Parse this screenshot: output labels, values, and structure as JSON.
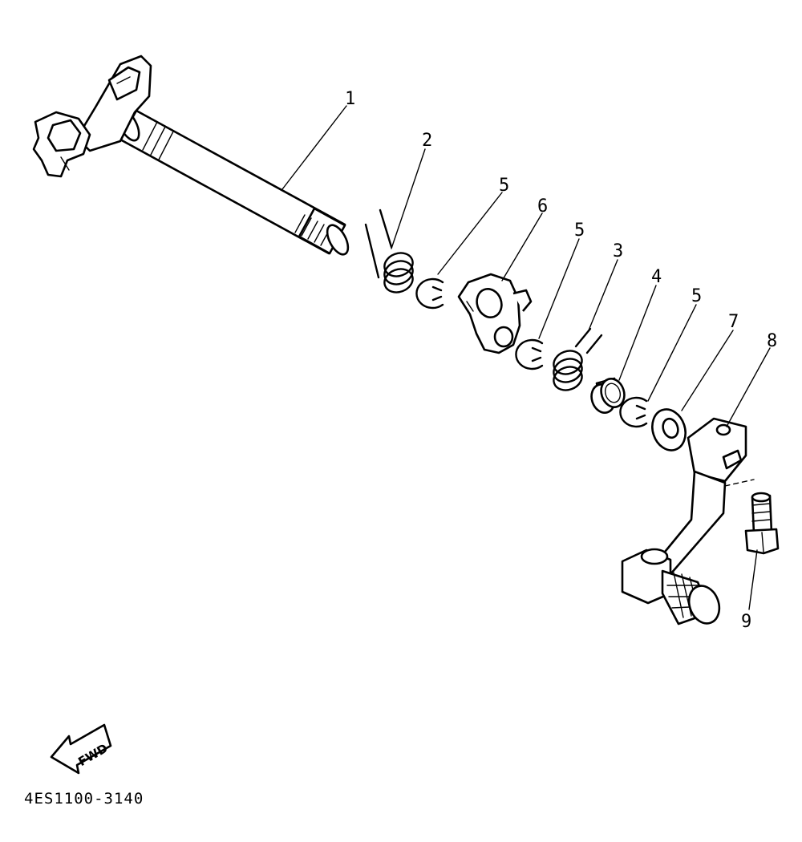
{
  "diagram": {
    "callouts": [
      {
        "id": "1",
        "label": "1"
      },
      {
        "id": "2",
        "label": "2"
      },
      {
        "id": "5a",
        "label": "5"
      },
      {
        "id": "6",
        "label": "6"
      },
      {
        "id": "5b",
        "label": "5"
      },
      {
        "id": "3",
        "label": "3"
      },
      {
        "id": "4",
        "label": "4"
      },
      {
        "id": "5c",
        "label": "5"
      },
      {
        "id": "7",
        "label": "7"
      },
      {
        "id": "8",
        "label": "8"
      },
      {
        "id": "9",
        "label": "9"
      }
    ],
    "direction_label": "FWD",
    "drawing_code": "4ES1100-3140"
  }
}
